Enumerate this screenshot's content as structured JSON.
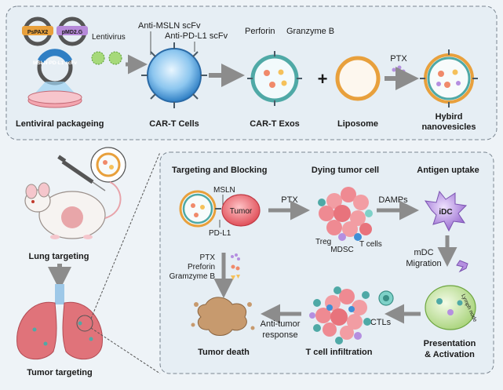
{
  "top_panel": {
    "plasmids": {
      "left": "PsPAX2",
      "right": "pMD2.G",
      "construct": "MSLN-PD-L1 scFv"
    },
    "lentivirus": "Lentivirus",
    "anti_msln": "Anti-MSLN scFv",
    "anti_pdl1": "Anti-PD-L1 scFv",
    "perforin": "Perforin",
    "granzyme": "Granzyme B",
    "ptx": "PTX",
    "plus": "+",
    "captions": {
      "lentiviral": "Lentiviral packageing",
      "cart_cells": "CAR-T Cells",
      "cart_exos": "CAR-T Exos",
      "liposome": "Liposome",
      "hybrid_1": "Hybird",
      "hybrid_2": "nanovesicles"
    }
  },
  "left_panel": {
    "lung_targeting": "Lung targeting",
    "tumor_targeting": "Tumor targeting"
  },
  "mechanism": {
    "targeting_blocking": "Targeting and Blocking",
    "msln": "MSLN",
    "tumor": "Tumor",
    "pdl1": "PD-L1",
    "ptx_arrow": "PTX",
    "dying_tumor": "Dying tumor cell",
    "treg": "Treg",
    "mdsc": "MDSC",
    "tcells": "T cells",
    "damps": "DAMPs",
    "antigen_uptake": "Antigen uptake",
    "idc": "iDC",
    "mdc_1": "mDC",
    "mdc_2": "Migration",
    "lymph_node": "Lymph node",
    "presentation_1": "Presentation",
    "presentation_2": "& Activation",
    "ctls": "CTLs",
    "t_cell_infiltration": "T cell infiltration",
    "anti_tumor_1": "Anti-tumor",
    "anti_tumor_2": "response",
    "tumor_death": "Tumor death",
    "legend": {
      "ptx": "PTX",
      "preforin": "Preforin",
      "granzyme": "Gramzyme B"
    }
  },
  "colors": {
    "panel_bg": "#e6eef4",
    "arrow_gray": "#8c8c8c",
    "liposome_orange": "#e8a03c",
    "tumor_red": "#e8505a",
    "cell_blue": "#3f8fd6",
    "lung_pink": "#e0737a",
    "exo_teal": "#4fa9a6"
  }
}
